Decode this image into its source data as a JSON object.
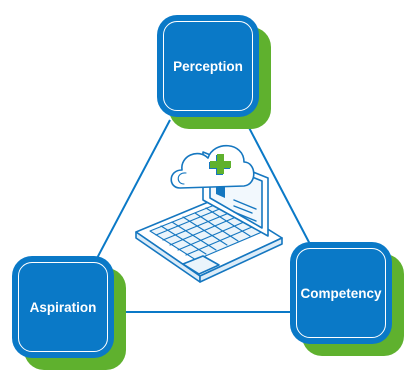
{
  "diagram": {
    "nodes": [
      {
        "id": "perception",
        "label": "Perception"
      },
      {
        "id": "aspiration",
        "label": "Aspiration"
      },
      {
        "id": "competency",
        "label": "Competency"
      }
    ],
    "center_icon": "laptop-cloud-upload-medical-icon",
    "colors": {
      "box_fill": "#0a79c7",
      "box_shadow": "#5fb12e",
      "connector": "#0a79c7",
      "icon_stroke": "#1577c0",
      "cross": "#5fb12e"
    }
  }
}
